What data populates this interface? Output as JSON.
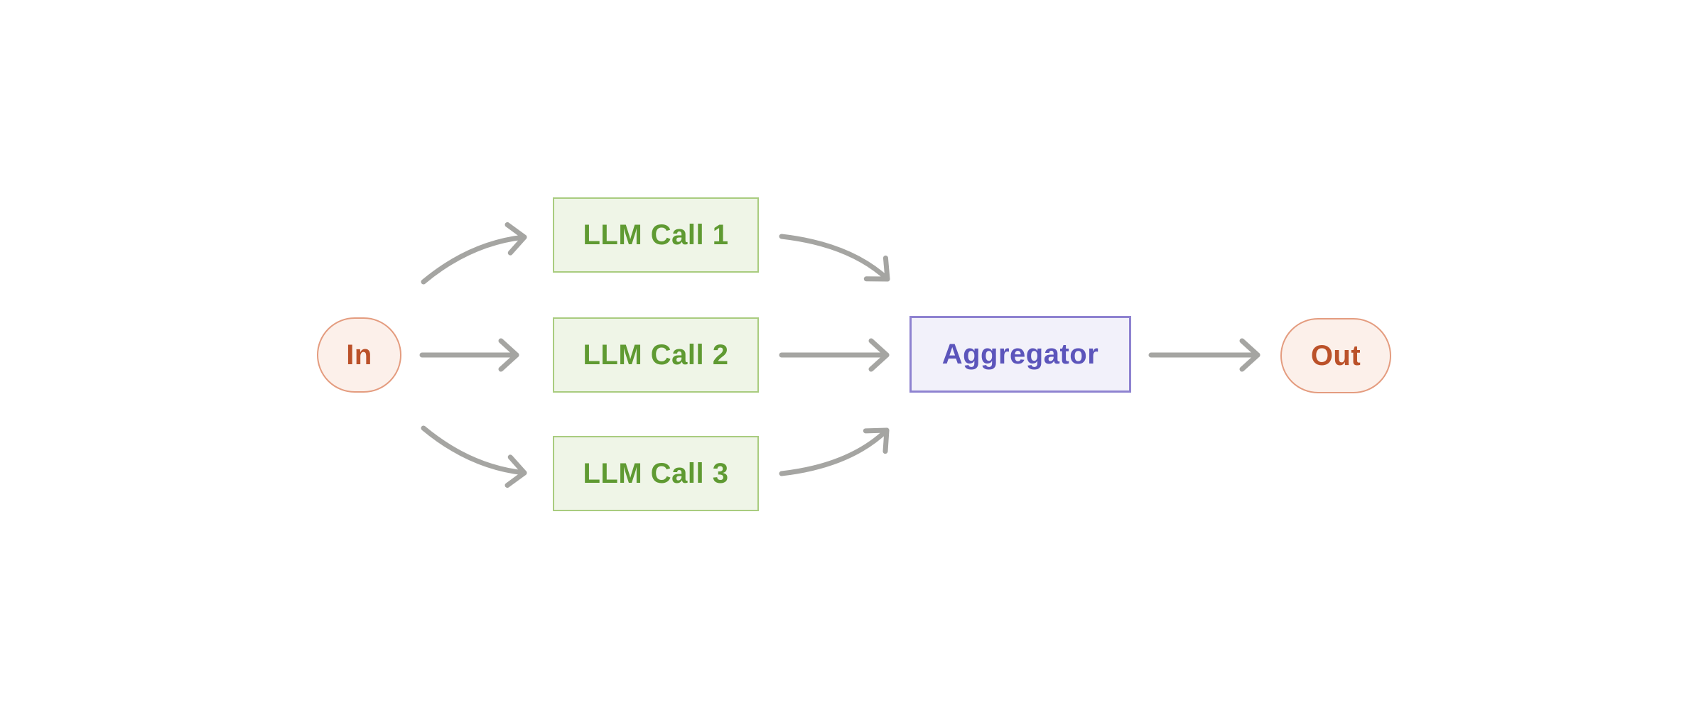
{
  "diagram": {
    "type": "workflow-parallelization",
    "background": "#ffffff",
    "nodes": {
      "input": {
        "label": "In"
      },
      "llm_calls": [
        {
          "label": "LLM Call 1"
        },
        {
          "label": "LLM Call 2"
        },
        {
          "label": "LLM Call 3"
        }
      ],
      "aggregator": {
        "label": "Aggregator"
      },
      "output": {
        "label": "Out"
      }
    },
    "edges": [
      {
        "from": "In",
        "to": "LLM Call 1",
        "style": "curved"
      },
      {
        "from": "In",
        "to": "LLM Call 2",
        "style": "straight"
      },
      {
        "from": "In",
        "to": "LLM Call 3",
        "style": "curved"
      },
      {
        "from": "LLM Call 1",
        "to": "Aggregator",
        "style": "curved"
      },
      {
        "from": "LLM Call 2",
        "to": "Aggregator",
        "style": "straight"
      },
      {
        "from": "LLM Call 3",
        "to": "Aggregator",
        "style": "curved"
      },
      {
        "from": "Aggregator",
        "to": "Out",
        "style": "straight"
      }
    ],
    "colors": {
      "terminal_fill": "#fcf0ea",
      "terminal_border": "#e49c7f",
      "terminal_text": "#bb5129",
      "llm_fill": "#eff5e7",
      "llm_border": "#a9cc7f",
      "llm_text": "#5f9a32",
      "aggregator_fill": "#f2f1fa",
      "aggregator_border": "#8e82d0",
      "aggregator_text": "#5c55bb",
      "arrow": "#a5a5a2"
    }
  }
}
